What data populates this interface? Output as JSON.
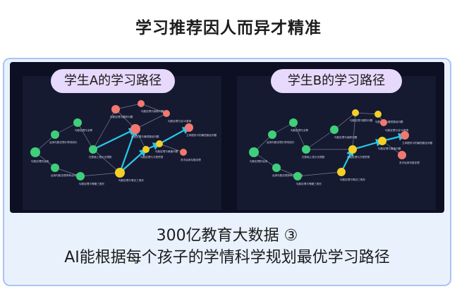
{
  "title": "学习推荐因人而异才精准",
  "student_a": {
    "label": "学生A的学习路径",
    "nodes": [
      {
        "text": "勾股定理的运用"
      },
      {
        "text": "运用勾股定理计算线段长"
      },
      {
        "text": "勾股定理与全等"
      },
      {
        "text": "运用勾股定理求两点间距离"
      },
      {
        "text": "勾股定理与等腰三角形"
      },
      {
        "text": "在数轴上表示无理数"
      },
      {
        "text": "勾股定理与翻折问题"
      },
      {
        "text": "勾股定理与最短路径问题"
      },
      {
        "text": "勾股定理与等边三角形"
      },
      {
        "text": "勾股定理与方程思想"
      },
      {
        "text": "勾股定理与最值问题"
      },
      {
        "text": "勾股定理与面积问题"
      },
      {
        "text": "立体图形中的最短路径问题"
      },
      {
        "text": "多次运用勾股定理"
      },
      {
        "text": "勾股定理与含30度角"
      }
    ]
  },
  "student_b": {
    "label": "学生B的学习路径",
    "nodes": [
      {
        "text": "勾股定理的运用"
      },
      {
        "text": "运用勾股定理计算线段长"
      },
      {
        "text": "勾股定理与全等"
      },
      {
        "text": "运用勾股定理求两点间距离"
      },
      {
        "text": "勾股定理与等腰三角形"
      },
      {
        "text": "在数轴上表示无理数"
      },
      {
        "text": "勾股定理与翻折问题"
      },
      {
        "text": "勾股定理与最短路径问题"
      },
      {
        "text": "勾股定理与等边三角形"
      },
      {
        "text": "勾股定理与方程思想"
      },
      {
        "text": "勾股定理与最值问题"
      },
      {
        "text": "勾股定理与面积问题"
      },
      {
        "text": "立体图形中的最短路径问题"
      },
      {
        "text": "多次运用勾股定理"
      },
      {
        "text": "勾股定理与含30度角"
      }
    ]
  },
  "caption": {
    "line1": "300亿教育大数据 ③",
    "line2": "AI能根据每个孩子的学情科学规划最优学习路径"
  },
  "colors": {
    "green_node": "#3fcf7a",
    "pink_node": "#f2786f",
    "yellow_node": "#f4cf26",
    "path_arrow": "#27c8e8"
  }
}
